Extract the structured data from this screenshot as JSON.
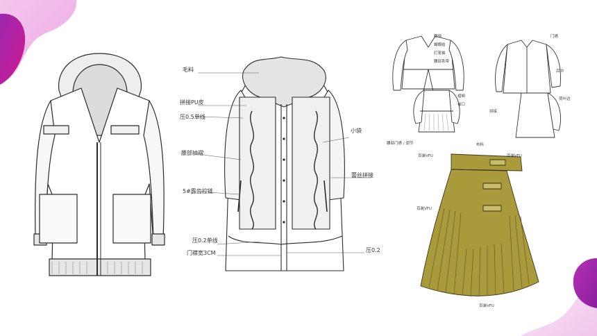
{
  "colors": {
    "blob_magenta": "#c02a9c",
    "blob_purple": "#8a2aa8",
    "blob_pink": "#f3c8ee",
    "skirt_olive": "#a99a3c",
    "line": "#2a2a2a"
  },
  "coat_labels": {
    "fur": "毛料",
    "pu": "拼接PU皮",
    "stitch05": "压0.5单线",
    "waist": "腰部抽褶",
    "zipper": "5#露齿拉链",
    "stitch02": "压0.2单线",
    "placket": "门襟宽3CM",
    "pocket": "小袋",
    "lace": "蕾丝拼接",
    "press02": "压0.2"
  },
  "sketch_labels": {
    "a": "翻领",
    "b": "蝴蝶结",
    "c": "灯笼袖",
    "d": "腰部系带",
    "e": "褶裥",
    "f": "袖口",
    "g": "门襟",
    "h": "后中",
    "i": "荷叶边",
    "j": "拼接",
    "skirt_note": "腰部门襟 / 调节",
    "skirt_tag": "百装VFU",
    "skirt_head": "布料"
  }
}
